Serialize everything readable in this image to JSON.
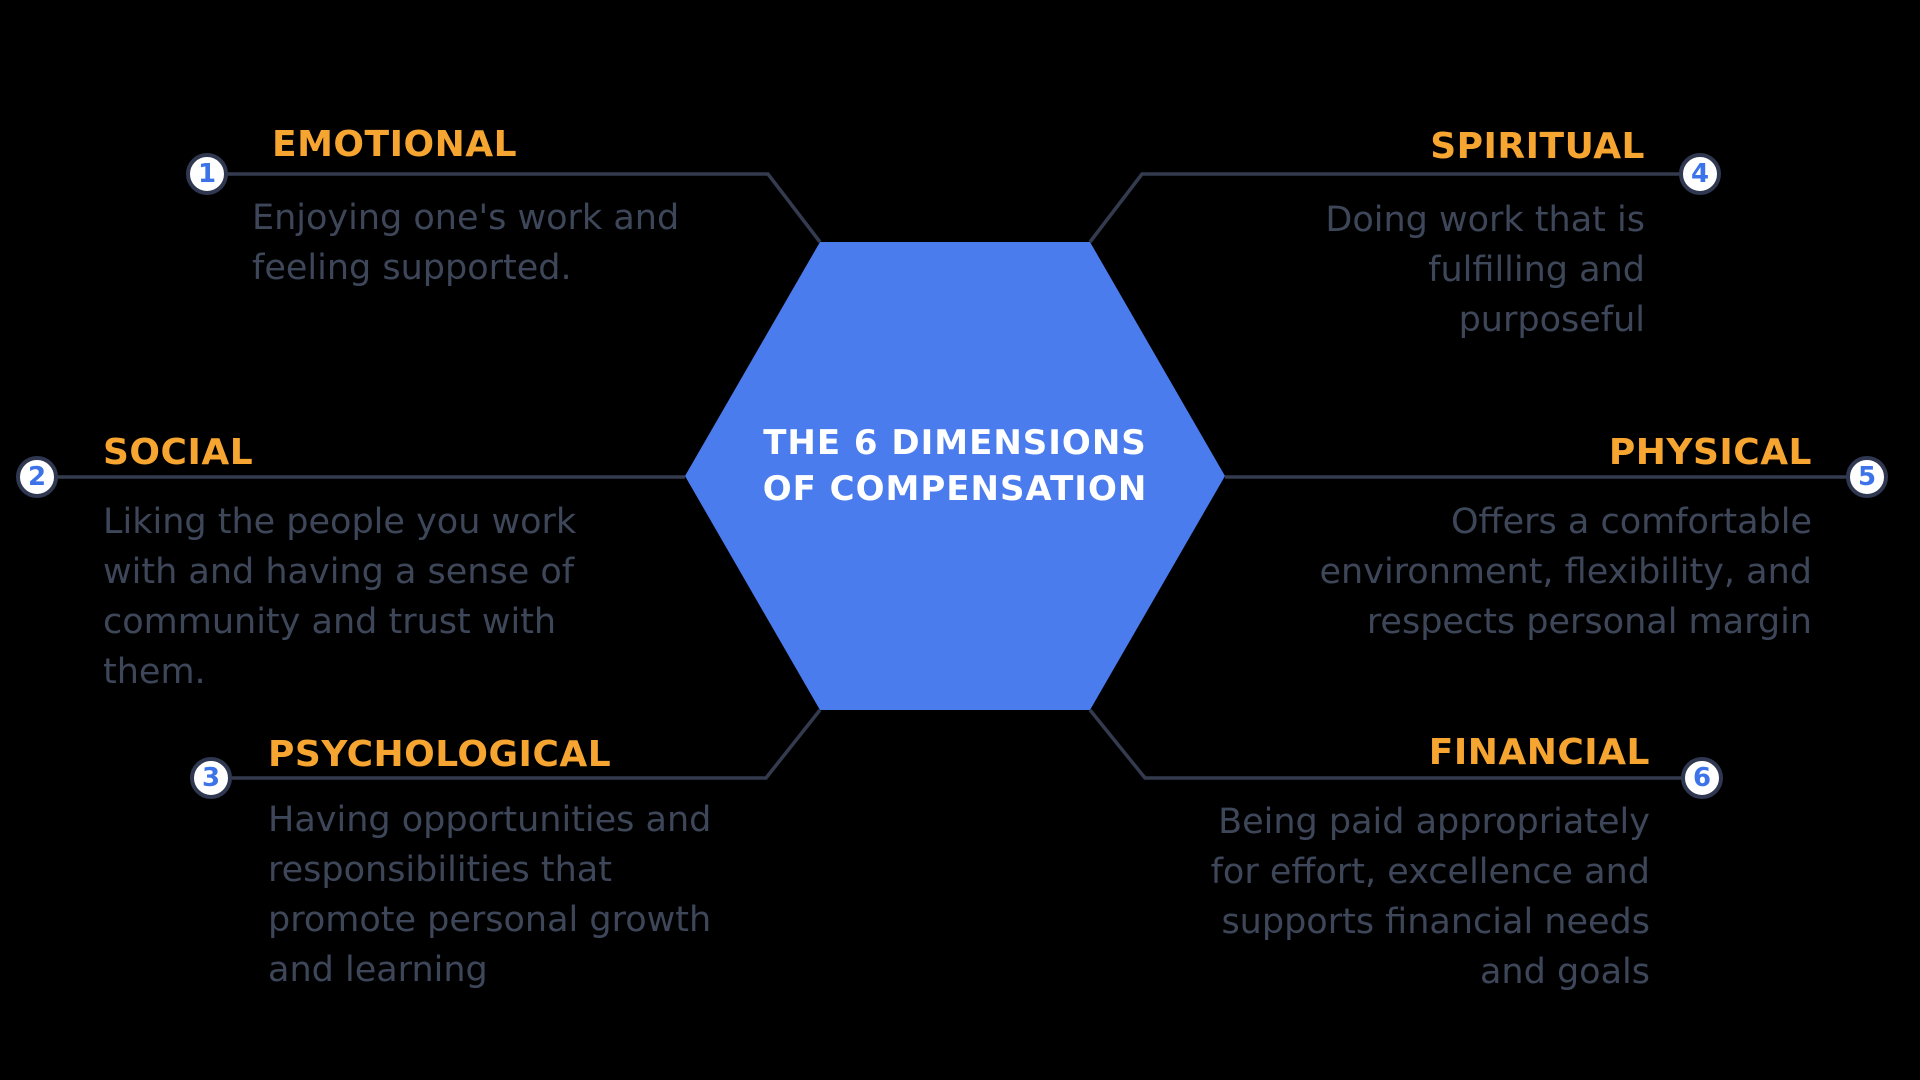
{
  "title": {
    "line1": "THE 6 DIMENSIONS",
    "line2": "OF COMPENSATION"
  },
  "colors": {
    "background": "#000000",
    "hexagon_blue": "#4B7CEE",
    "title_text": "#FFFFFF",
    "label_orange": "#F7A531",
    "description_text": "#3E4759",
    "connector_line": "#343B4E",
    "badge_fill": "#FFFFFF",
    "badge_border": "#2F3850",
    "badge_number_blue": "#3C73E8"
  },
  "sections": [
    {
      "number": "1",
      "label": "EMOTIONAL",
      "lines": [
        "Enjoying one's work and",
        "feeling supported."
      ]
    },
    {
      "number": "2",
      "label": "SOCIAL",
      "lines": [
        "Liking the people you work",
        "with and having a sense of",
        "community and trust with",
        "them."
      ]
    },
    {
      "number": "3",
      "label": "PSYCHOLOGICAL",
      "lines": [
        "Having opportunities and",
        "responsibilities that",
        "promote personal growth",
        "and learning"
      ]
    },
    {
      "number": "4",
      "label": "SPIRITUAL",
      "lines": [
        "Doing work that is",
        "fulfilling and",
        "purposeful"
      ]
    },
    {
      "number": "5",
      "label": "PHYSICAL",
      "lines": [
        "Offers a comfortable",
        "environment, flexibility, and",
        "respects personal margin"
      ]
    },
    {
      "number": "6",
      "label": "FINANCIAL",
      "lines": [
        "Being paid appropriately",
        "for effort, excellence and",
        "supports financial needs",
        "and goals"
      ]
    }
  ]
}
